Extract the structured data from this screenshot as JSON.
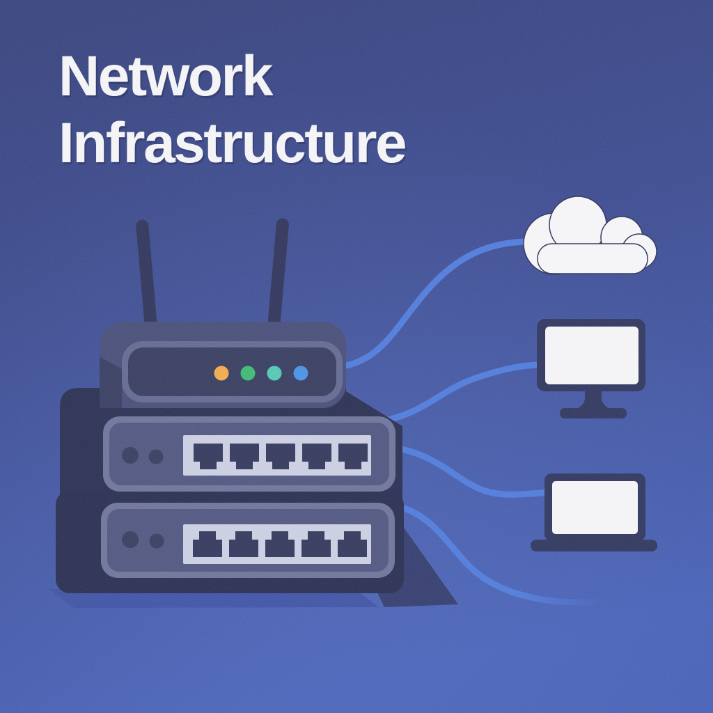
{
  "title": {
    "line1": "Network",
    "line2": "Infrastructure"
  },
  "illustration": {
    "router": {
      "name": "wireless-router",
      "antennas": 2,
      "leds": 4
    },
    "switches": [
      {
        "name": "network-switch-1",
        "ports": 5,
        "indicator_dots": 2
      },
      {
        "name": "network-switch-2",
        "ports": 5,
        "indicator_dots": 2
      }
    ],
    "endpoints": [
      "cloud",
      "desktop-monitor",
      "laptop"
    ],
    "cables": [
      "router-to-cloud",
      "switch1-to-monitor",
      "switch1-to-laptop",
      "switch2-loose-tail"
    ]
  },
  "colors": {
    "bg_top": "#2a3674",
    "bg_mid": "#30408a",
    "bg_bottom": "#3b56b1",
    "title_text": "#f4f4f6",
    "cable": "#4573d8",
    "cloud_white": "#f4f4f6",
    "screen_white": "#f3f3f5",
    "frame_navy": "#232a54",
    "router_body": "#3c4370",
    "panel_dark": "#2b3156",
    "face_ring": "#656b94",
    "face_fill": "#454c78",
    "port_panel": "#c7cbe0",
    "port_hole": "#272c52",
    "slab_dark": "#1d2348",
    "ground_shadow": "#32479e",
    "led_orange": "#f0a440",
    "led_green": "#2fb569",
    "led_teal": "#49c3ae",
    "led_blue": "#3e8be0"
  }
}
